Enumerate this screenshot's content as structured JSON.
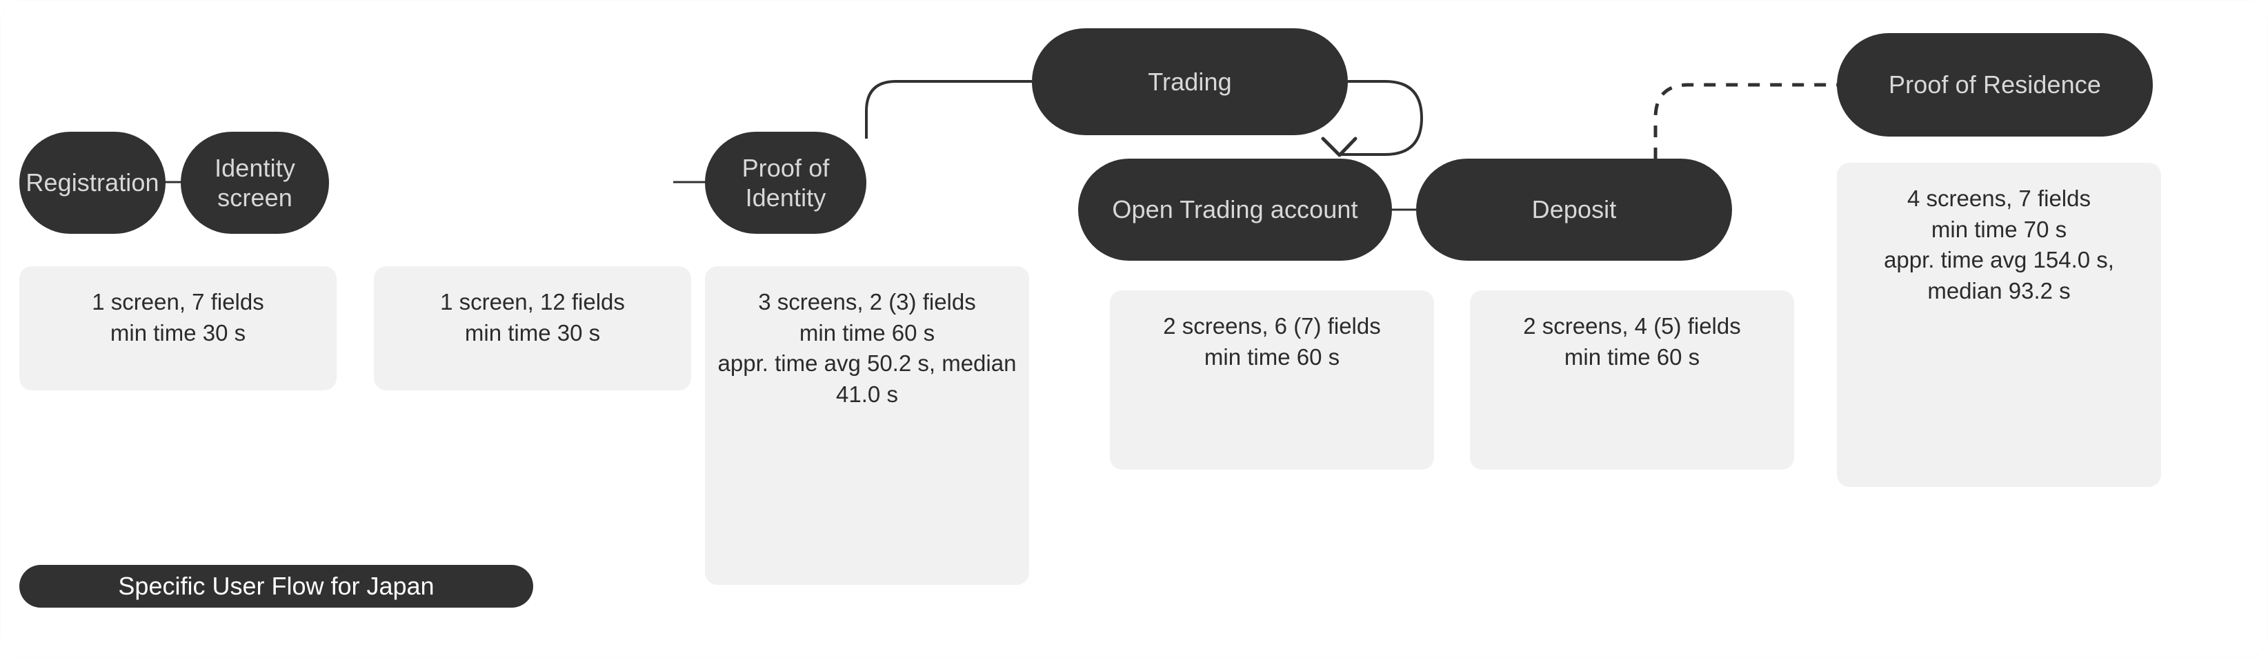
{
  "diagram": {
    "title": "Specific User Flow for Japan",
    "legend_label": "Specific User Flow for Japan",
    "colors": {
      "node_fill": "#313131",
      "node_text": "#d8d8d8",
      "card_fill": "#f1f1f1",
      "card_text": "#2b2b2b",
      "edge_stroke": "#313131",
      "canvas_background": "#ffffff"
    },
    "nodes": [
      {
        "id": "registration",
        "label": "Registration"
      },
      {
        "id": "identity-screen",
        "label": "Identity screen"
      },
      {
        "id": "proof-of-identity",
        "label": "Proof of Identity"
      },
      {
        "id": "trading",
        "label": "Trading"
      },
      {
        "id": "open-trading-account",
        "label": "Open Trading account"
      },
      {
        "id": "deposit",
        "label": "Deposit"
      },
      {
        "id": "proof-of-residence",
        "label": "Proof of Residence"
      }
    ],
    "cards": [
      {
        "id": "registration-card",
        "for": "registration",
        "text": "1 screen, 7 fields\nmin time 30 s"
      },
      {
        "id": "identity-screen-card",
        "for": "identity-screen",
        "text": "1 screen, 12 fields\nmin time 30 s"
      },
      {
        "id": "proof-of-identity-card",
        "for": "proof-of-identity",
        "text": "3 screens, 2 (3) fields\nmin time 60 s\nappr. time avg 50.2 s, median 41.0 s"
      },
      {
        "id": "open-trading-account-card",
        "for": "open-trading-account",
        "text": "2  screens, 6 (7) fields\nmin time 60 s"
      },
      {
        "id": "deposit-card",
        "for": "deposit",
        "text": "2  screens, 4 (5) fields\nmin time 60 s"
      },
      {
        "id": "proof-of-residence-card",
        "for": "proof-of-residence",
        "text": "4 screens, 7 fields\nmin time 70 s\nappr. time avg 154.0 s, median 93.2 s"
      }
    ],
    "edges": [
      {
        "id": "registration-to-identity-screen",
        "from": "registration",
        "to": "identity-screen",
        "style": "solid",
        "arrow": false
      },
      {
        "id": "identity-screen-to-proof-of-identity",
        "from": "identity-screen",
        "to": "proof-of-identity",
        "style": "solid",
        "arrow": false
      },
      {
        "id": "proof-of-identity-to-trading",
        "from": "proof-of-identity",
        "to": "trading",
        "style": "solid",
        "arrow": false
      },
      {
        "id": "trading-to-open-trading-account",
        "from": "trading",
        "to": "open-trading-account",
        "style": "solid",
        "arrow": true
      },
      {
        "id": "open-trading-account-to-deposit",
        "from": "open-trading-account",
        "to": "deposit",
        "style": "solid",
        "arrow": false
      },
      {
        "id": "deposit-to-proof-of-residence",
        "from": "deposit",
        "to": "proof-of-residence",
        "style": "dashed",
        "arrow": false
      }
    ]
  }
}
